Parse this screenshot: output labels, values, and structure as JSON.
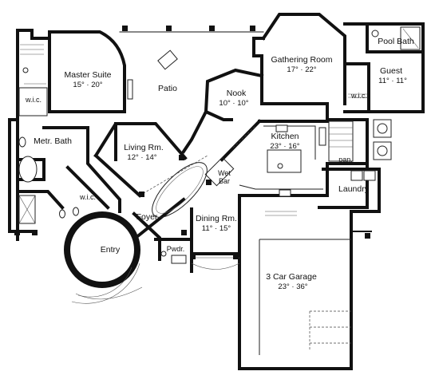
{
  "rooms": {
    "master_suite": {
      "name": "Master Suite",
      "dims": "15° · 20°"
    },
    "patio": {
      "name": "Patio"
    },
    "gathering_room": {
      "name": "Gathering Room",
      "dims": "17° · 22°"
    },
    "pool_bath": {
      "name": "Pool Bath"
    },
    "guest": {
      "name": "Guest",
      "dims": "11° · 11°"
    },
    "wic_master": {
      "name": "w.i.c."
    },
    "wic_guest": {
      "name": "w.i.c."
    },
    "wic_bath": {
      "name": "w.i.c."
    },
    "nook": {
      "name": "Nook",
      "dims": "10° · 10°"
    },
    "metr_bath": {
      "name": "Metr. Bath"
    },
    "living_rm": {
      "name": "Living Rm.",
      "dims": "12° · 14°"
    },
    "kitchen": {
      "name": "Kitchen",
      "dims": "23° · 16°"
    },
    "pan": {
      "name": "pan."
    },
    "wet_bar": {
      "name": "Wet",
      "name2": "Bar"
    },
    "laundry": {
      "name": "Laundry"
    },
    "foyer": {
      "name": "Foyer"
    },
    "dining_rm": {
      "name": "Dining Rm.",
      "dims": "11° · 15°"
    },
    "entry": {
      "name": "Entry"
    },
    "pwdr": {
      "name": "Pwdr."
    },
    "garage": {
      "name": "3 Car Garage",
      "dims": "23° · 36°"
    }
  }
}
